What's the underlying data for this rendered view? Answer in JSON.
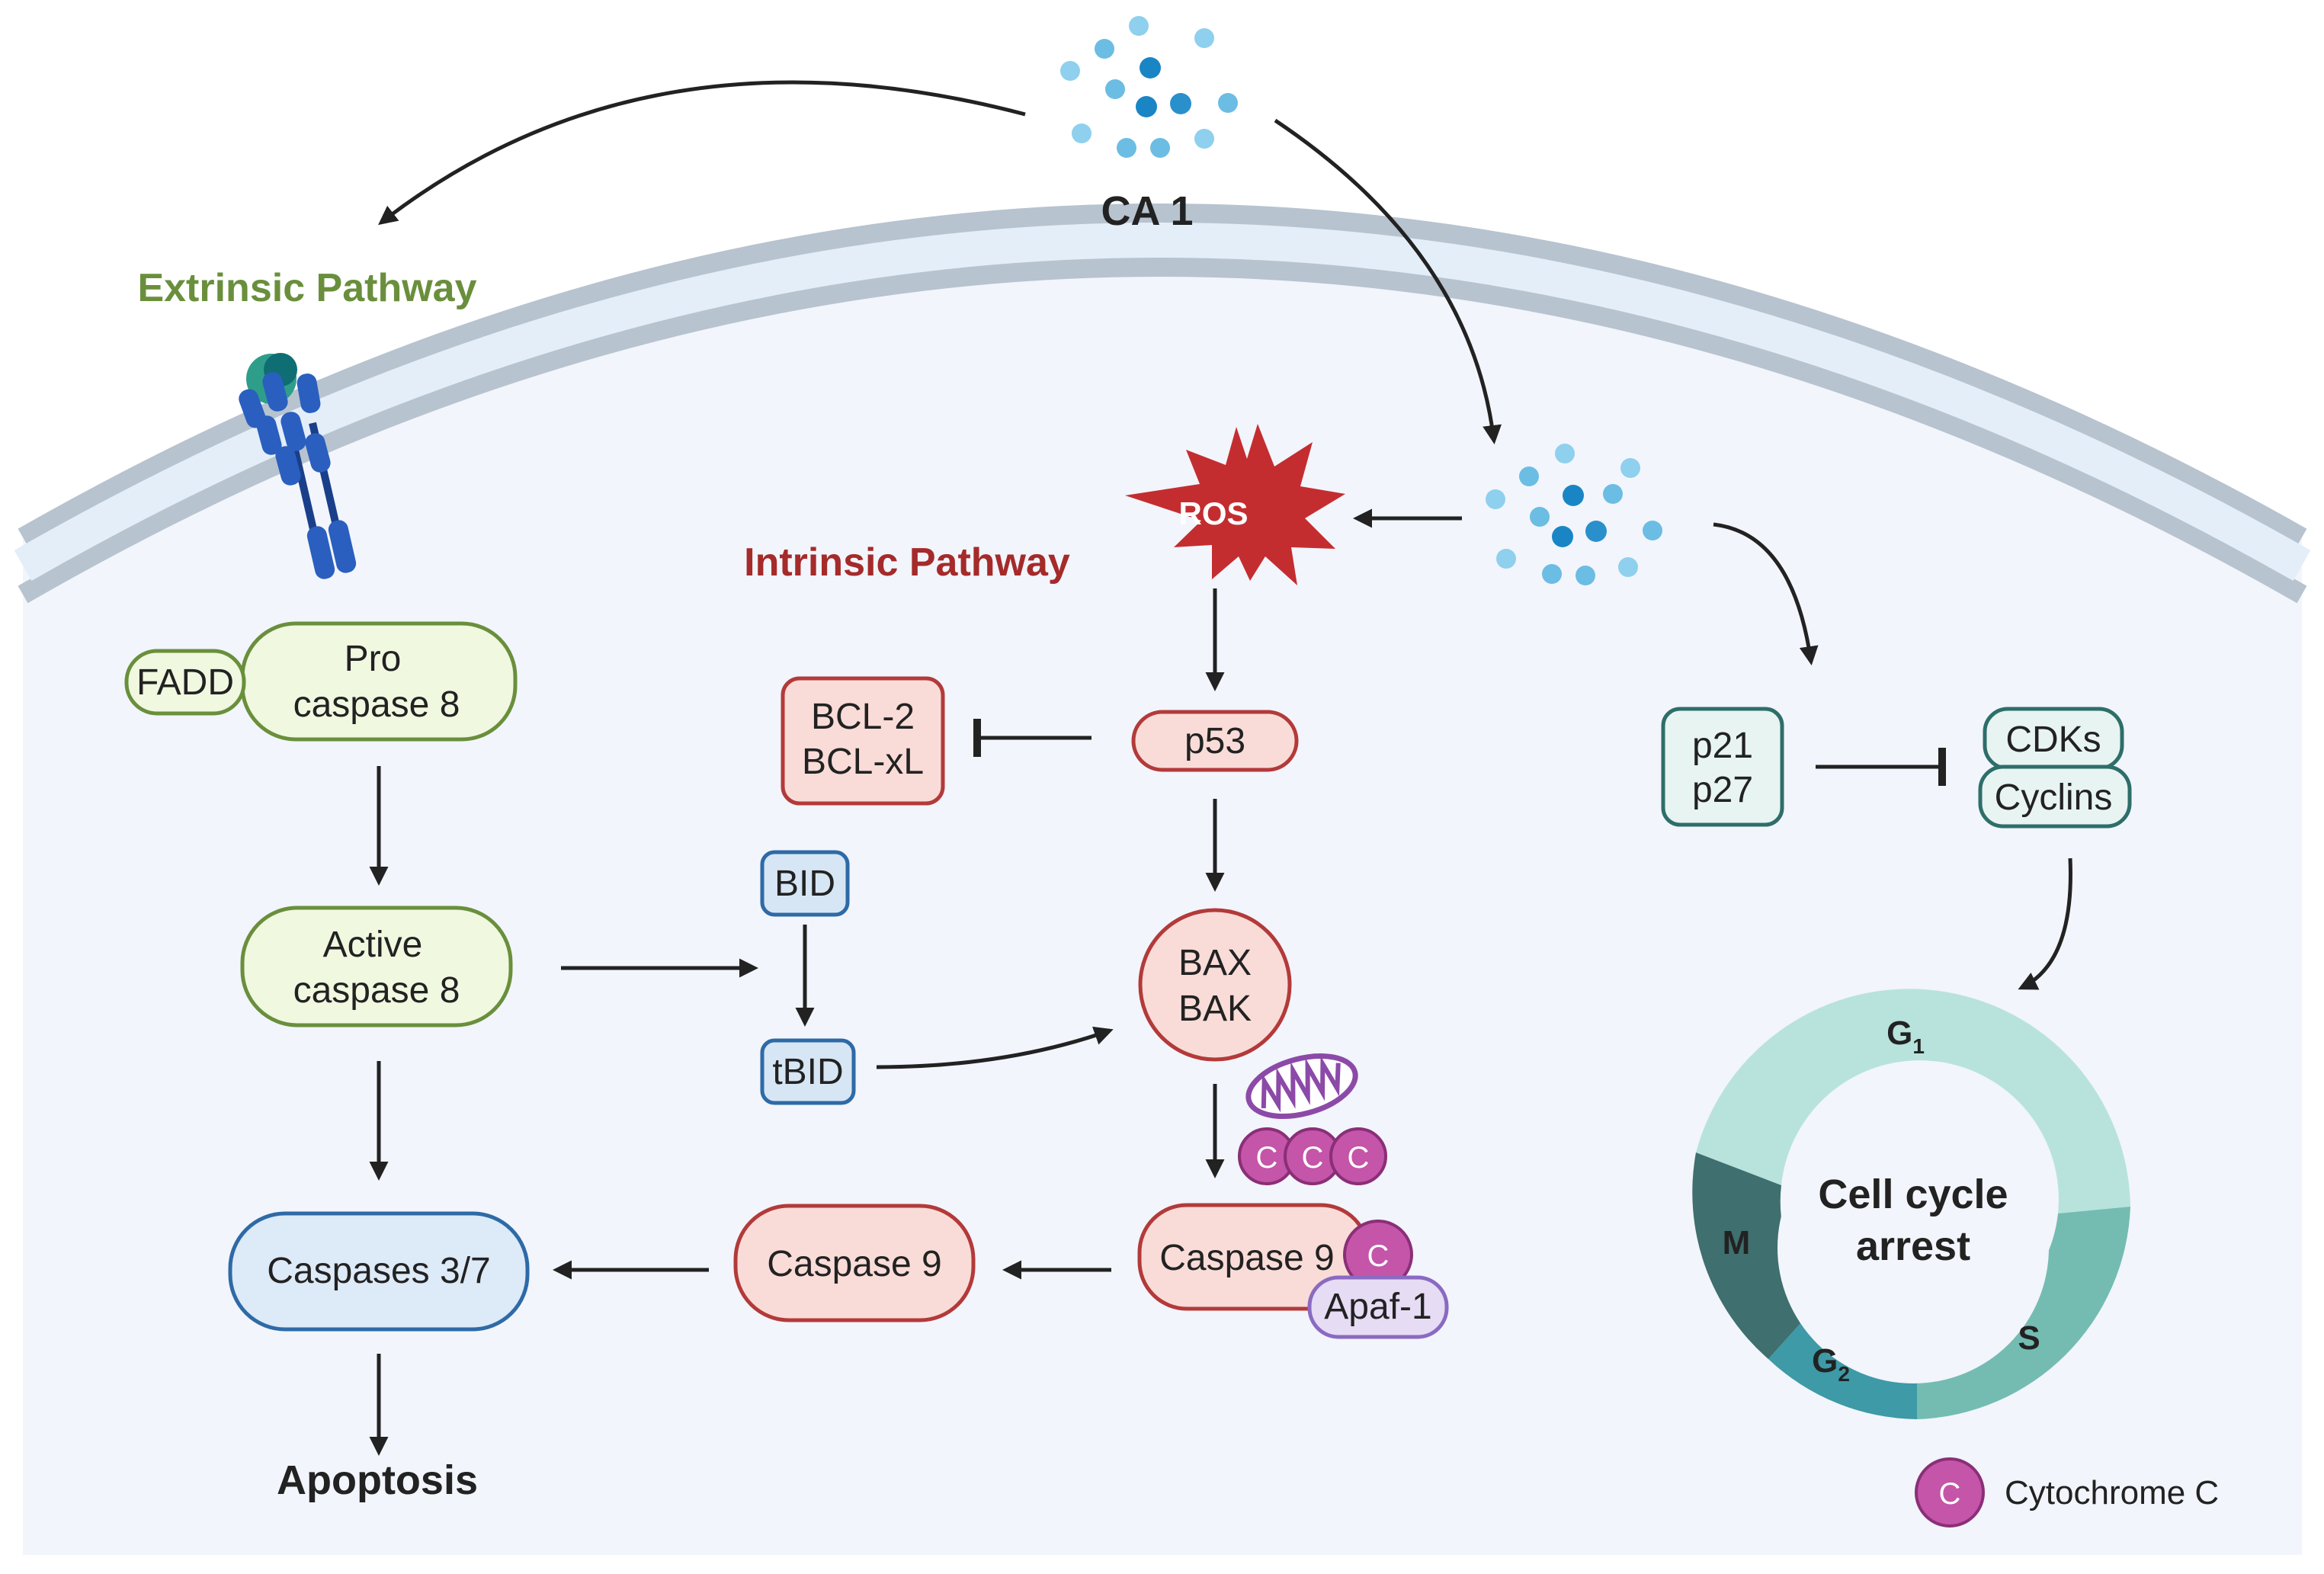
{
  "compound_label": "CA 1",
  "extrinsic_pathway_label": "Extrinsic Pathway",
  "intrinsic_pathway_label": "Intrinsic Pathway",
  "ros_label": "ROS",
  "extrinsic": {
    "fadd": "FADD",
    "procaspase8": [
      "Pro",
      "caspase 8"
    ],
    "active_caspase8": [
      "Active",
      "caspase 8"
    ],
    "caspases37": "Caspases 3/7",
    "apoptosis": "Apoptosis"
  },
  "intrinsic": {
    "bcl": [
      "BCL-2",
      "BCL-xL"
    ],
    "p53": "p53",
    "bid": "BID",
    "tbid": "tBID",
    "baxbak": [
      "BAX",
      "BAK"
    ],
    "cytc_label": "C",
    "caspase9_apoptosome": "Caspase 9",
    "apaf1": "Apaf-1",
    "caspase9": "Caspase 9"
  },
  "cell_cycle": {
    "p21_p27": [
      "p21",
      "p27"
    ],
    "cdks": "CDKs",
    "cyclins": "Cyclins",
    "center": [
      "Cell cycle",
      "arrest"
    ],
    "phases": {
      "g1": "G",
      "g1_sub": "1",
      "s": "S",
      "g2": "G",
      "g2_sub": "2",
      "m": "M"
    }
  },
  "legend": {
    "icon": "C",
    "label": "Cytochrome C"
  },
  "colors": {
    "extrinsic_green": "#6a8f3c",
    "intrinsic_red": "#a52a2a",
    "cell_fill": "#f2f5fb",
    "membrane": "#b7c3cf",
    "cytochrome_purple": "#c455a8",
    "cycle_g1": "#b8e3dc",
    "cycle_s": "#74bcb2",
    "cycle_g2": "#3d9aa6",
    "cycle_m": "#3f6f6e"
  }
}
